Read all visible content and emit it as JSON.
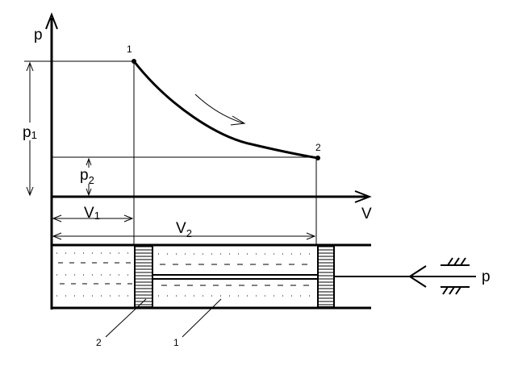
{
  "axes": {
    "y_label": "p",
    "x_label": "V"
  },
  "points": {
    "p1_label": "1",
    "p2_label": "2"
  },
  "dimensions": {
    "p1": {
      "base": "p",
      "sub": "1"
    },
    "p2": {
      "base": "p",
      "sub": "2"
    },
    "v1": {
      "base": "V",
      "sub": "1"
    },
    "v2": {
      "base": "V",
      "sub": "2"
    }
  },
  "cylinder": {
    "callout_piston": "2",
    "callout_liquid": "1",
    "force_label": "p"
  }
}
